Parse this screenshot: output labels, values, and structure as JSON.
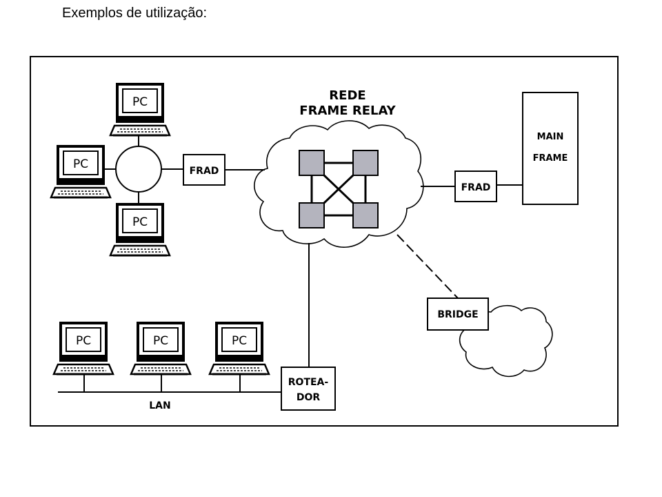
{
  "heading": "Exemplos de utilização:",
  "network": {
    "title_line1": "REDE",
    "title_line2": "FRAME RELAY"
  },
  "labels": {
    "pc": "PC",
    "frad_left": "FRAD",
    "frad_right": "FRAD",
    "mainframe_line1": "MAIN",
    "mainframe_line2": "FRAME",
    "bridge": "BRIDGE",
    "router_line1": "ROTEA-",
    "router_line2": "DOR",
    "lan": "LAN"
  },
  "colors": {
    "switch_fill": "#b4b4be",
    "outline": "#000000",
    "screen_fill": "#ffffff",
    "monitor_bezel": "#ffffff"
  }
}
